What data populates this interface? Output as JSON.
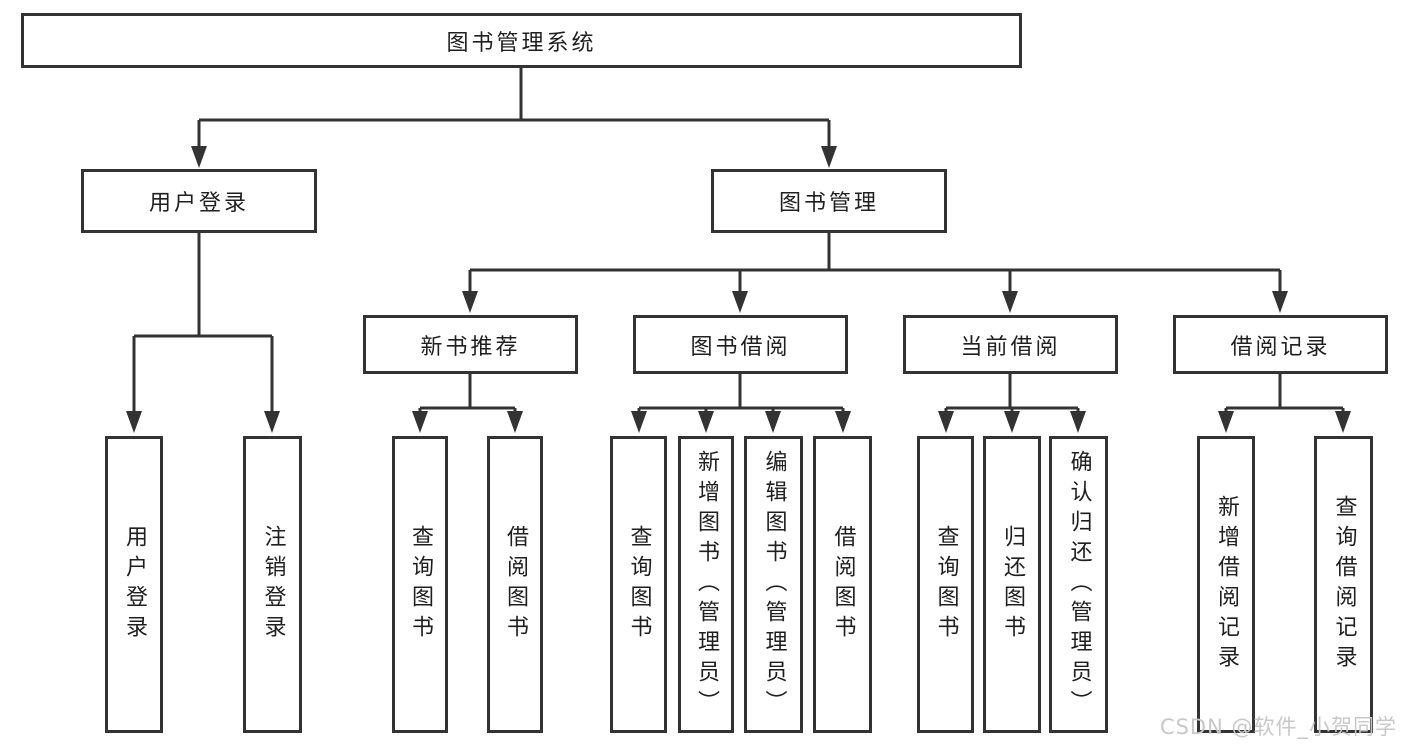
{
  "tree": {
    "root": {
      "label": "图书管理系统"
    },
    "branches": [
      {
        "label": "用户登录",
        "children": [
          {
            "label": "用户登录"
          },
          {
            "label": "注销登录"
          }
        ]
      },
      {
        "label": "图书管理",
        "sections": [
          {
            "label": "新书推荐",
            "children": [
              {
                "label": "查询图书"
              },
              {
                "label": "借阅图书"
              }
            ]
          },
          {
            "label": "图书借阅",
            "children": [
              {
                "label": "查询图书"
              },
              {
                "label": "新增图书（管理员）"
              },
              {
                "label": "编辑图书（管理员）"
              },
              {
                "label": "借阅图书"
              }
            ]
          },
          {
            "label": "当前借阅",
            "children": [
              {
                "label": "查询图书"
              },
              {
                "label": "归还图书"
              },
              {
                "label": "确认归还（管理员）"
              }
            ]
          },
          {
            "label": "借阅记录",
            "children": [
              {
                "label": "新增借阅记录"
              },
              {
                "label": "查询借阅记录"
              }
            ]
          }
        ]
      }
    ]
  },
  "watermark": {
    "text": "CSDN @软件_小贺同学"
  },
  "colors": {
    "line": "#333333",
    "box_border": "#333333",
    "text": "#1f1f1f",
    "watermark": "#c8c8c8",
    "background": "#ffffff"
  }
}
